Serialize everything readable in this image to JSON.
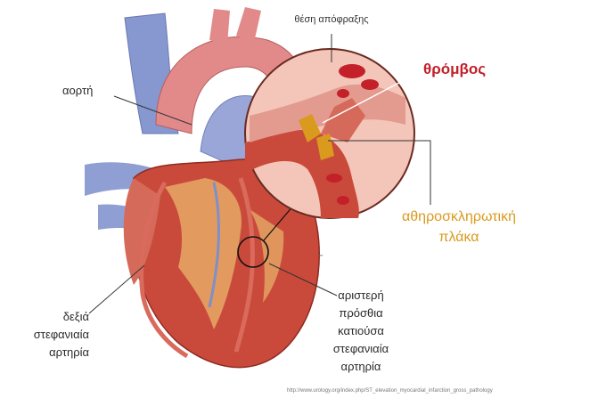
{
  "labels": {
    "occlusion_site": "θέση απόφραξης",
    "thrombus": "θρόμβος",
    "aorta": "αορτή",
    "plaque_line1": "αθηροσκληρωτική",
    "plaque_line2": "πλάκα",
    "rca_line1": "δεξιά",
    "rca_line2": "στεφανιαία",
    "rca_line3": "αρτηρία",
    "lad_line1": "αριστερή",
    "lad_line2": "πρόσθια",
    "lad_line3": "κατιούσα",
    "lad_line4": "στεφανιαία",
    "lad_line5": "αρτηρία"
  },
  "source_url": "http://www.urology.org/index.php/ST_elevation_myocardial_infarction_gross_pathology",
  "colors": {
    "thrombus": "#c3202a",
    "plaque": "#d99a1e",
    "heart": "#c94a3b",
    "vessel_blue": "#7f8fc9",
    "artery_red": "#d96a5c"
  }
}
